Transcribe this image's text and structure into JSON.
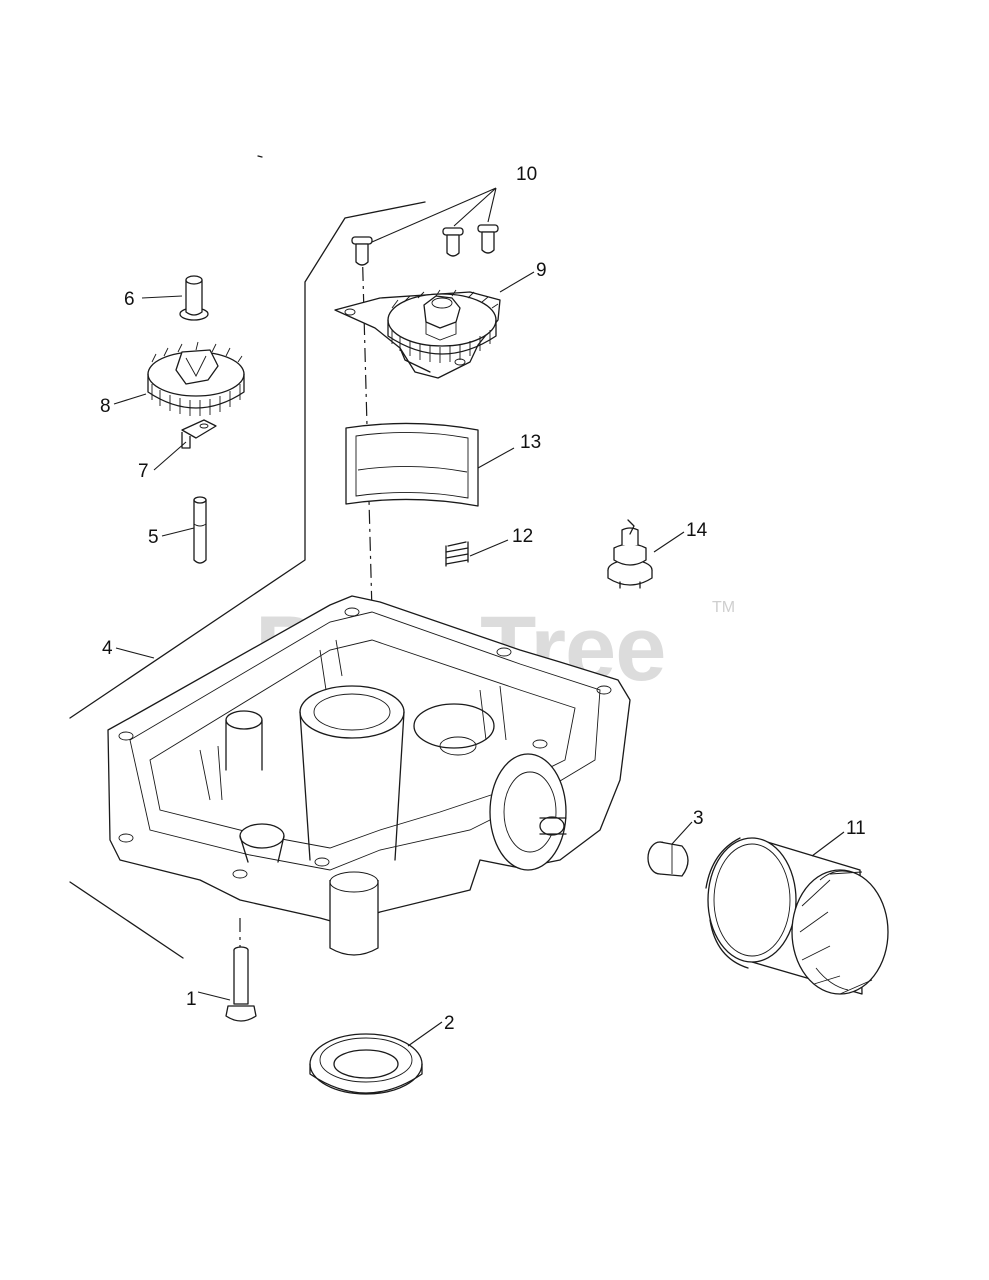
{
  "watermark": {
    "text": "PartsTree",
    "trademark": "TM"
  },
  "callouts": [
    "1",
    "2",
    "3",
    "4",
    "5",
    "6",
    "7",
    "8",
    "9",
    "10",
    "11",
    "12",
    "13",
    "14"
  ],
  "colors": {
    "line": "#1a1a1a",
    "watermark": "#d6d6d6",
    "background": "#ffffff"
  }
}
